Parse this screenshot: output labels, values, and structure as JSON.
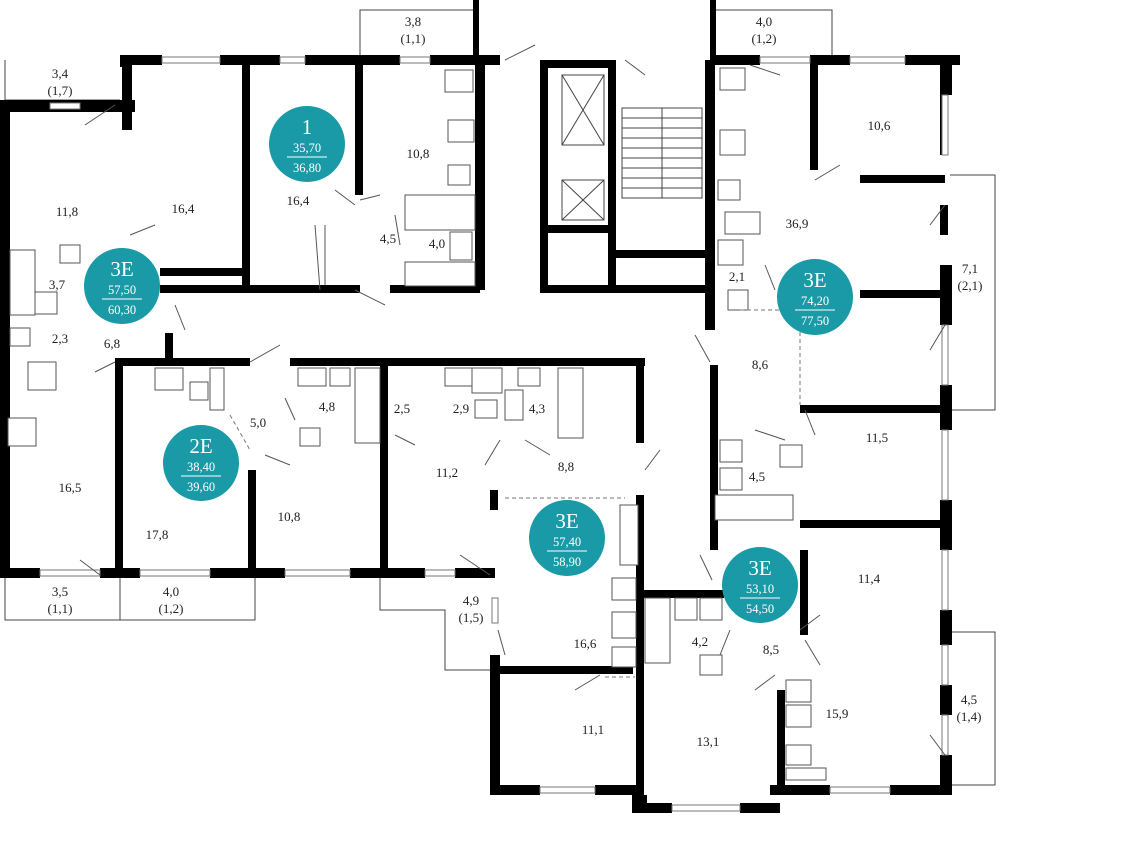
{
  "colors": {
    "badge": "#1a9aa6",
    "wall": "#000000",
    "line": "#555555"
  },
  "rooms": [
    {
      "id": "r1",
      "label": "3,4\n(1,7)"
    },
    {
      "id": "r2",
      "label": "11,8"
    },
    {
      "id": "r3",
      "label": "16,4"
    },
    {
      "id": "r4",
      "label": "16,4"
    },
    {
      "id": "r5",
      "label": "3,8\n(1,1)"
    },
    {
      "id": "r6",
      "label": "10,8"
    },
    {
      "id": "r7",
      "label": "4,5"
    },
    {
      "id": "r8",
      "label": "4,0"
    },
    {
      "id": "r9",
      "label": "3,7"
    },
    {
      "id": "r10",
      "label": "2,3"
    },
    {
      "id": "r11",
      "label": "6,8"
    },
    {
      "id": "r12",
      "label": "16,5"
    },
    {
      "id": "r13",
      "label": "17,8"
    },
    {
      "id": "r14",
      "label": "5,0"
    },
    {
      "id": "r15",
      "label": "4,8"
    },
    {
      "id": "r16",
      "label": "10,8"
    },
    {
      "id": "r17",
      "label": "2,5"
    },
    {
      "id": "r18",
      "label": "2,9"
    },
    {
      "id": "r19",
      "label": "4,3"
    },
    {
      "id": "r20",
      "label": "11,2"
    },
    {
      "id": "r21",
      "label": "8,8"
    },
    {
      "id": "r22",
      "label": "3,5\n(1,1)"
    },
    {
      "id": "r23",
      "label": "4,0\n(1,2)"
    },
    {
      "id": "r24",
      "label": "4,9\n(1,5)"
    },
    {
      "id": "r25",
      "label": "16,6"
    },
    {
      "id": "r26",
      "label": "11,1"
    },
    {
      "id": "r27",
      "label": "4,2"
    },
    {
      "id": "r28",
      "label": "13,1"
    },
    {
      "id": "r29",
      "label": "4,0\n(1,2)"
    },
    {
      "id": "r30",
      "label": "10,6"
    },
    {
      "id": "r31",
      "label": "36,9"
    },
    {
      "id": "r32",
      "label": "2,1"
    },
    {
      "id": "r33",
      "label": "7,1\n(2,1)"
    },
    {
      "id": "r34",
      "label": "8,6"
    },
    {
      "id": "r35",
      "label": "11,5"
    },
    {
      "id": "r36",
      "label": "4,5"
    },
    {
      "id": "r37",
      "label": "11,4"
    },
    {
      "id": "r38",
      "label": "8,5"
    },
    {
      "id": "r39",
      "label": "15,9"
    },
    {
      "id": "r40",
      "label": "4,5\n(1,4)"
    }
  ],
  "apartments": [
    {
      "id": "a1",
      "type": "1",
      "living": "35,70",
      "total": "36,80"
    },
    {
      "id": "a2",
      "type": "3E",
      "living": "57,50",
      "total": "60,30"
    },
    {
      "id": "a3",
      "type": "2E",
      "living": "38,40",
      "total": "39,60"
    },
    {
      "id": "a4",
      "type": "3E",
      "living": "57,40",
      "total": "58,90"
    },
    {
      "id": "a5",
      "type": "3E",
      "living": "74,20",
      "total": "77,50"
    },
    {
      "id": "a6",
      "type": "3E",
      "living": "53,10",
      "total": "54,50"
    }
  ]
}
